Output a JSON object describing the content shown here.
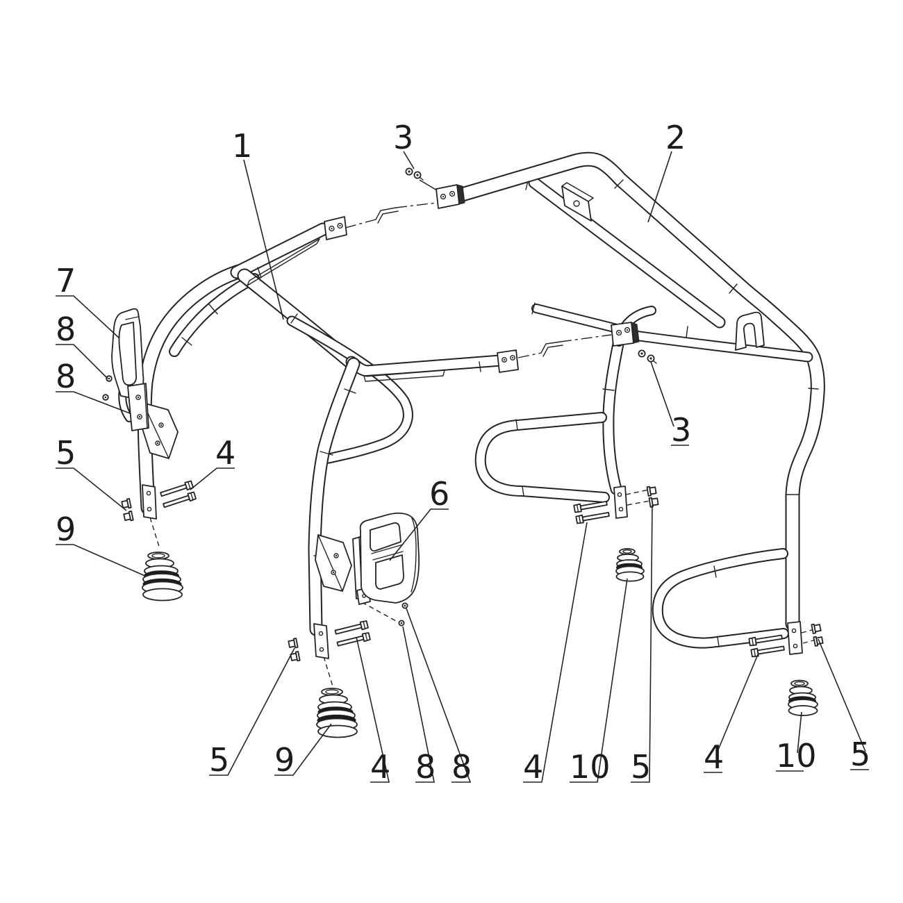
{
  "figure": {
    "type": "exploded-parts-diagram",
    "background_color": "#ffffff",
    "line_color": "#232323"
  },
  "diagram": {
    "callouts": [
      {
        "id": "c1",
        "label": "1"
      },
      {
        "id": "c3a",
        "label": "3"
      },
      {
        "id": "c2",
        "label": "2"
      },
      {
        "id": "c7",
        "label": "7"
      },
      {
        "id": "c8a",
        "label": "8"
      },
      {
        "id": "c8b",
        "label": "8"
      },
      {
        "id": "c5a",
        "label": "5"
      },
      {
        "id": "c4a",
        "label": "4"
      },
      {
        "id": "c9a",
        "label": "9"
      },
      {
        "id": "c6",
        "label": "6"
      },
      {
        "id": "c3b",
        "label": "3"
      },
      {
        "id": "c5b",
        "label": "5"
      },
      {
        "id": "c9b",
        "label": "9"
      },
      {
        "id": "c4b",
        "label": "4"
      },
      {
        "id": "c8c",
        "label": "8"
      },
      {
        "id": "c8d",
        "label": "8"
      },
      {
        "id": "c4c",
        "label": "4"
      },
      {
        "id": "c10a",
        "label": "10"
      },
      {
        "id": "c5c",
        "label": "5"
      },
      {
        "id": "c4d",
        "label": "4"
      },
      {
        "id": "c10b",
        "label": "10"
      },
      {
        "id": "c5d",
        "label": "5"
      }
    ]
  }
}
